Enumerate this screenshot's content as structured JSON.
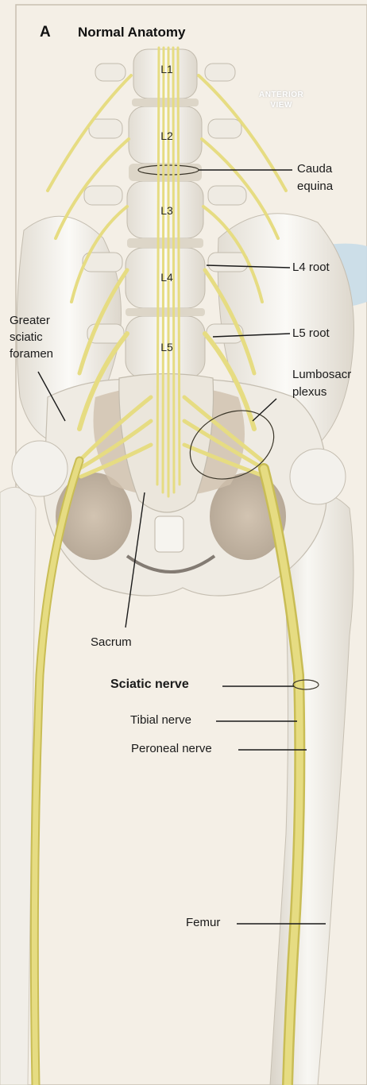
{
  "panel": {
    "letter": "A",
    "title": "Normal Anatomy"
  },
  "view_label": {
    "line1": "ANTERIOR",
    "line2": "VIEW"
  },
  "vertebrae": [
    "L1",
    "L2",
    "L3",
    "L4",
    "L5"
  ],
  "labels": {
    "cauda_line1": "Cauda",
    "cauda_line2": "equina",
    "l4_root": "L4 root",
    "l5_root": "L5 root",
    "greater_line1": "Greater",
    "greater_line2": "sciatic",
    "greater_line3": "foramen",
    "lumbo_line1": "Lumbosacr",
    "lumbo_line2": "plexus",
    "sacrum": "Sacrum",
    "sciatic_nerve": "Sciatic nerve",
    "tibial_nerve": "Tibial nerve",
    "peroneal_nerve": "Peroneal nerve",
    "femur": "Femur"
  },
  "colors": {
    "background": "#f4efe6",
    "bone": "#f7f6f2",
    "bone_shadow": "#d8d2c6",
    "nerve": "#e6dc82",
    "nerve_dark": "#c9bd55",
    "pelvis_cavity": "#c9b8a4",
    "blue_shade": "#c8dbe8"
  }
}
